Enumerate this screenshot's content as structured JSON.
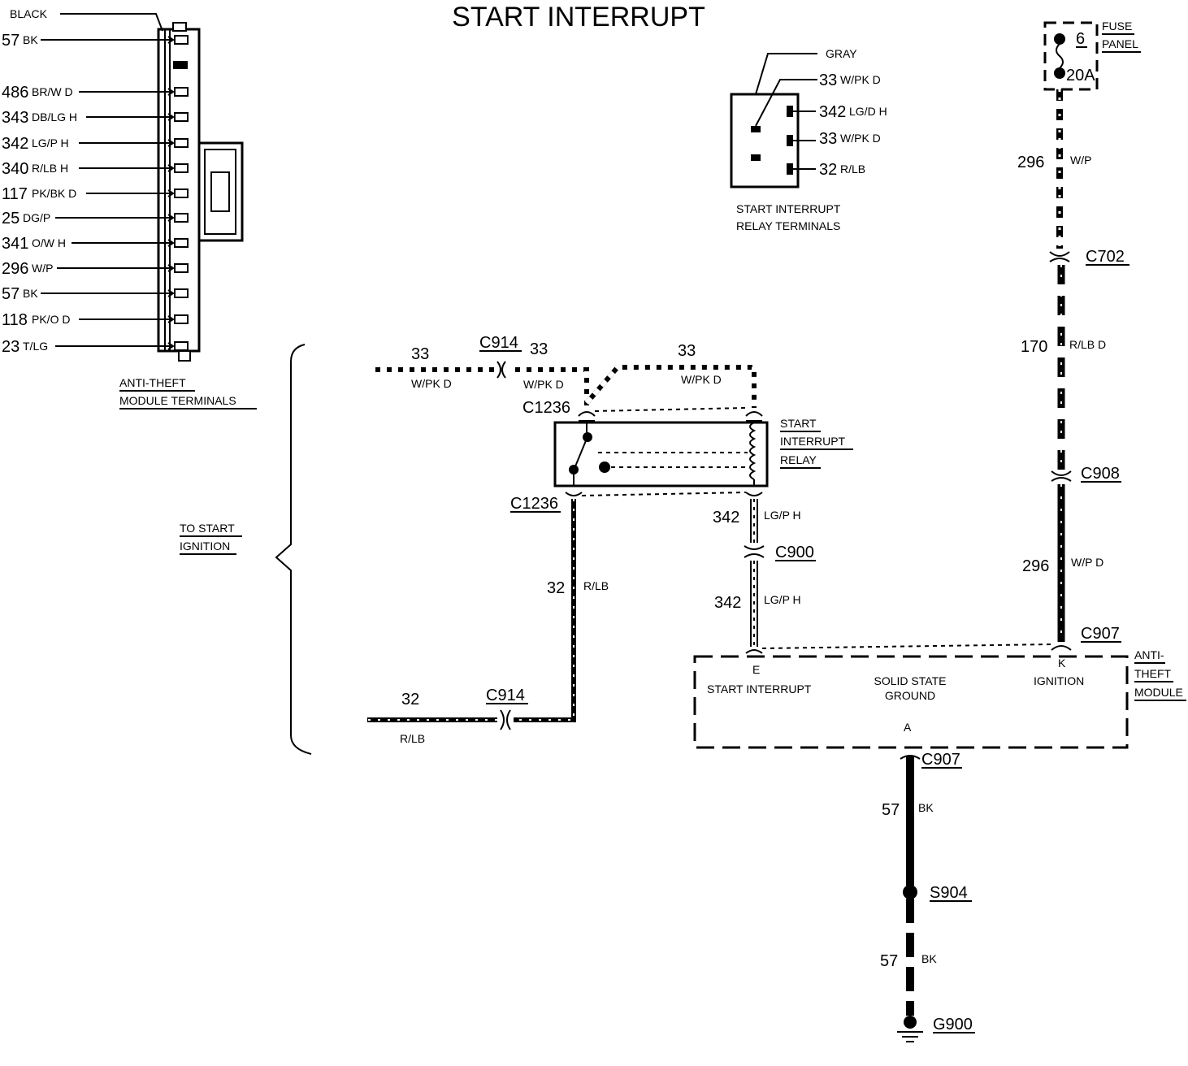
{
  "title": "START INTERRUPT",
  "module_terminals": {
    "label_lines": [
      "ANTI-THEFT",
      "MODULE TERMINALS"
    ],
    "top_label": "BLACK",
    "pins": [
      {
        "num": "57",
        "color": "BK"
      },
      {
        "num": "486",
        "color": "BR/W D"
      },
      {
        "num": "343",
        "color": "DB/LG H"
      },
      {
        "num": "342",
        "color": "LG/P H"
      },
      {
        "num": "340",
        "color": "R/LB H"
      },
      {
        "num": "117",
        "color": "PK/BK D"
      },
      {
        "num": "25",
        "color": "DG/P"
      },
      {
        "num": "341",
        "color": "O/W H"
      },
      {
        "num": "296",
        "color": "W/P"
      },
      {
        "num": "57",
        "color": "BK"
      },
      {
        "num": "118",
        "color": "PK/O D"
      },
      {
        "num": "23",
        "color": "T/LG"
      }
    ]
  },
  "relay_terminals": {
    "label_lines": [
      "START INTERRUPT",
      "RELAY TERMINALS"
    ],
    "gray": "GRAY",
    "pins": [
      {
        "num": "33",
        "color": "W/PK D"
      },
      {
        "num": "342",
        "color": "LG/D H"
      },
      {
        "num": "33",
        "color": "W/PK D"
      },
      {
        "num": "32",
        "color": "R/LB"
      }
    ]
  },
  "bracket_label_lines": [
    "TO START",
    "IGNITION"
  ],
  "wires": {
    "w33a_num": "33",
    "w33a_color": "W/PK D",
    "w33b_num": "33",
    "w33b_color": "W/PK D",
    "w33c_num": "33",
    "w33c_color": "W/PK D",
    "w32v_num": "32",
    "w32v_color": "R/LB",
    "w32h_num": "32",
    "w32h_color": "R/LB",
    "w342a_num": "342",
    "w342a_color": "LG/P H",
    "w342b_num": "342",
    "w342b_color": "LG/P H",
    "w296a_num": "296",
    "w296a_color": "W/P",
    "w170_num": "170",
    "w170_color": "R/LB D",
    "w296b_num": "296",
    "w296b_color": "W/P D",
    "w57a_num": "57",
    "w57a_color": "BK",
    "w57b_num": "57",
    "w57b_color": "BK"
  },
  "connectors": {
    "c914_top": "C914",
    "c914_bot": "C914",
    "c1236_top": "C1236",
    "c1236_bot": "C1236",
    "c900": "C900",
    "c702": "C702",
    "c908": "C908",
    "c907_top": "C907",
    "c907_bot": "C907",
    "s904": "S904",
    "g900": "G900"
  },
  "fuse": {
    "number": "6",
    "rating": "20A",
    "label_lines": [
      "FUSE",
      "PANEL"
    ]
  },
  "relay_label_lines": [
    "START",
    "INTERRUPT",
    "RELAY"
  ],
  "module": {
    "label_lines": [
      "ANTI-",
      "THEFT",
      "MODULE"
    ],
    "pin_e": "E",
    "pin_k": "K",
    "pin_a": "A",
    "start_interrupt": "START INTERRUPT",
    "ground_lines": [
      "SOLID STATE",
      "GROUND"
    ],
    "ignition": "IGNITION"
  }
}
